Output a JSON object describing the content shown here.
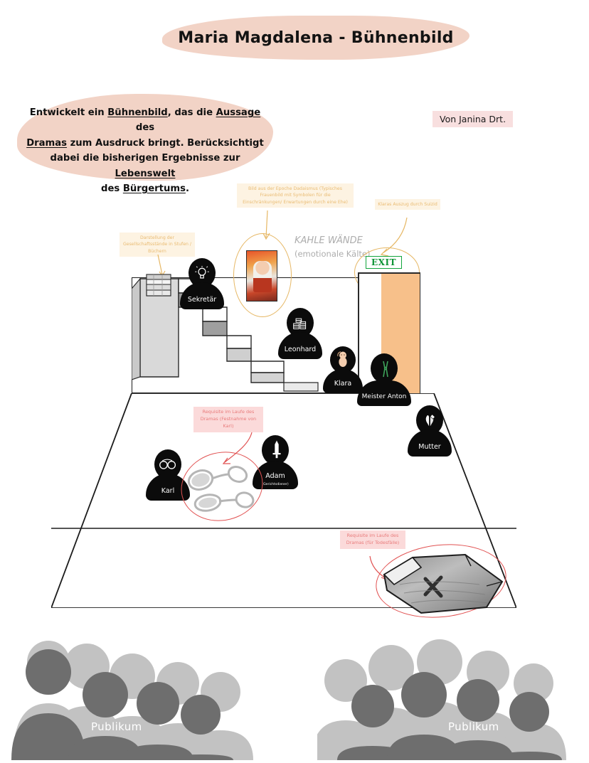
{
  "title": "Maria Magdalena - Bühnenbild",
  "author": "Von Janina Drt.",
  "task": {
    "line1_a": "Entwickelt ein ",
    "line1_u1": "Bühnenbild",
    "line1_b": ", das die ",
    "line1_u2": "Aussage",
    "line1_c": " des ",
    "line2_u1": "Dramas",
    "line2_a": " zum Ausdruck bringt. Berücksichtigt",
    "line3_a": "dabei die bisherigen Ergebnisse zur ",
    "line3_u1": "Lebenswelt",
    "line4_a": "des ",
    "line4_u1": "Bürgertums",
    "line4_b": "."
  },
  "annotations": {
    "stairs": "Darstellung der Gesellschaftsstände in Stufen / Büchern",
    "artwork": "Bild aus der Epoche Dadaismus (Typisches Frauenbild mit Symbolen für die Einschränkungen/ Erwartungen durch eine Ehe)",
    "exit": "Klaras Auszug durch Suizid",
    "handcuffs": "Requisite im Laufe des Dramas (Festnahme von Karl)",
    "coffin": "Requisite im Laufe des Dramas (für Todesfälle)"
  },
  "wall_note": {
    "line1": "KAHLE WÄNDE",
    "line2": "(emotionale Kälte)"
  },
  "exit_sign": "EXIT",
  "characters": [
    {
      "name": "Sekretär",
      "icon": "lightbulb-icon",
      "glyph": "💡",
      "sub": ""
    },
    {
      "name": "Leonhard",
      "icon": "money-icon",
      "glyph": "💵",
      "sub": ""
    },
    {
      "name": "Klara",
      "icon": "baby-icon",
      "glyph": "👶",
      "sub": ""
    },
    {
      "name": "Meister Anton",
      "icon": "pliers-icon",
      "glyph": "🔧",
      "sub": ""
    },
    {
      "name": "Mutter",
      "icon": "praying-hands-icon",
      "glyph": "🙏",
      "sub": ""
    },
    {
      "name": "Karl",
      "icon": "handcuffs-icon",
      "glyph": "⛓",
      "sub": ""
    },
    {
      "name": "Adam",
      "icon": "sword-icon",
      "glyph": "🗡",
      "sub": "(Gerichtsdiener)"
    }
  ],
  "audience": {
    "left_label": "Publikum",
    "right_label": "Publikum"
  },
  "colors": {
    "banner": "#f2d3c6",
    "author_tag": "#f8dfdf",
    "note_orange_bg": "#fdf3e2",
    "note_orange_fg": "#e9bb72",
    "note_pink_bg": "#fbdada",
    "note_pink_fg": "#e87b7b",
    "door": "#f7c08a",
    "exit_green": "#12a53c",
    "stage_outline": "#1c1c1c",
    "audience_dark": "#6e6e6e",
    "audience_light": "#bdbdbd",
    "wall_text": "#adadad"
  }
}
